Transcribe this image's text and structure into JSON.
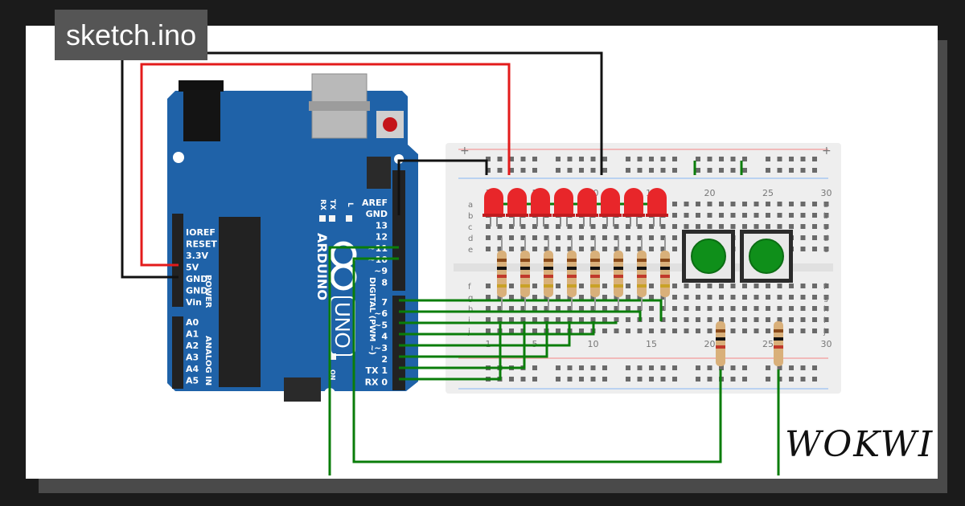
{
  "project": {
    "filename": "sketch.ino"
  },
  "brand": {
    "logo_text": "WOKWI"
  },
  "arduino": {
    "brand": "ARDUINO",
    "model": "UNO",
    "on_label": "ON",
    "tx_label": "TX",
    "rx_label": "RX",
    "l_label": "L",
    "power_header_title": "POWER",
    "analog_header_title": "ANALOG IN",
    "digital_header_title": "DIGITAL (PWM ~)",
    "power_pins": [
      "IOREF",
      "RESET",
      "3.3V",
      "5V",
      "GND",
      "GND",
      "Vin"
    ],
    "analog_pins": [
      "A0",
      "A1",
      "A2",
      "A3",
      "A4",
      "A5"
    ],
    "digital_pins_top": [
      "AREF",
      "GND",
      "13",
      "12",
      "~11",
      "~10",
      "~9",
      "8"
    ],
    "digital_pins_bottom": [
      "7",
      "~6",
      "~5",
      "4",
      "~3",
      "2",
      "TX 1",
      "RX 0"
    ],
    "board_color": "#1f62a8"
  },
  "breadboard": {
    "row_labels_top": [
      "a",
      "b",
      "c",
      "d",
      "e"
    ],
    "row_labels_bottom": [
      "f",
      "g",
      "h",
      "i",
      "j"
    ],
    "column_numbers": [
      "1",
      "5",
      "10",
      "15",
      "20",
      "25",
      "30"
    ],
    "rail_plus": "+",
    "rail_minus": "-"
  },
  "components": {
    "led_count": 8,
    "led_color": "#e8262a",
    "resistor_count": 10,
    "button_count": 2,
    "button_color": "#0f8f1a"
  },
  "wires": {
    "colors": {
      "power": "#e31b1b",
      "ground": "#000000",
      "signal": "#0a7d0a"
    }
  }
}
